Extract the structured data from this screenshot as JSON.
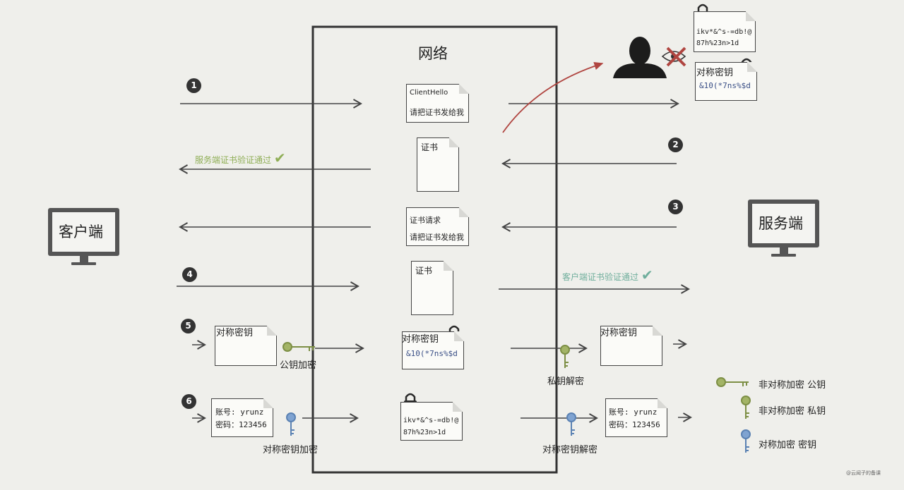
{
  "network_title": "网络",
  "client_label": "客户端",
  "server_label": "服务端",
  "steps": [
    "1",
    "2",
    "3",
    "4",
    "5",
    "6"
  ],
  "messages": {
    "client_hello": {
      "line1": "ClientHello",
      "line2": "请把证书发给我"
    },
    "certificate": "证书",
    "cert_request": {
      "line1": "证书请求",
      "line2": "请把证书发给我"
    },
    "symmetric_key": "对称密钥",
    "cipher_key": "&10(*7ns%$d",
    "cipher_data": {
      "line1": "ikv*&^s-=db!@",
      "line2": "87h%23n>1d"
    },
    "account": {
      "line1": "账号: yrunz",
      "line2": "密码：123456"
    }
  },
  "status": {
    "server_verified": "服务端证书验证通过",
    "client_verified": "客户端证书验证通过",
    "check": "✔"
  },
  "ops": {
    "pubkey_encrypt": "公钥加密",
    "privkey_decrypt": "私钥解密",
    "sym_encrypt": "对称密钥加密",
    "sym_decrypt": "对称密钥解密"
  },
  "legend": {
    "public_key": "非对称加密 公钥",
    "private_key": "非对称加密 私钥",
    "secret_key": "对称加密 密钥"
  },
  "watermark": "@云闻子的备课",
  "colors": {
    "green_key": "#9aab5c",
    "blue_key": "#6c93c4",
    "green_text": "#8fae56",
    "teal_text": "#6fae9c",
    "red": "#b04540"
  }
}
